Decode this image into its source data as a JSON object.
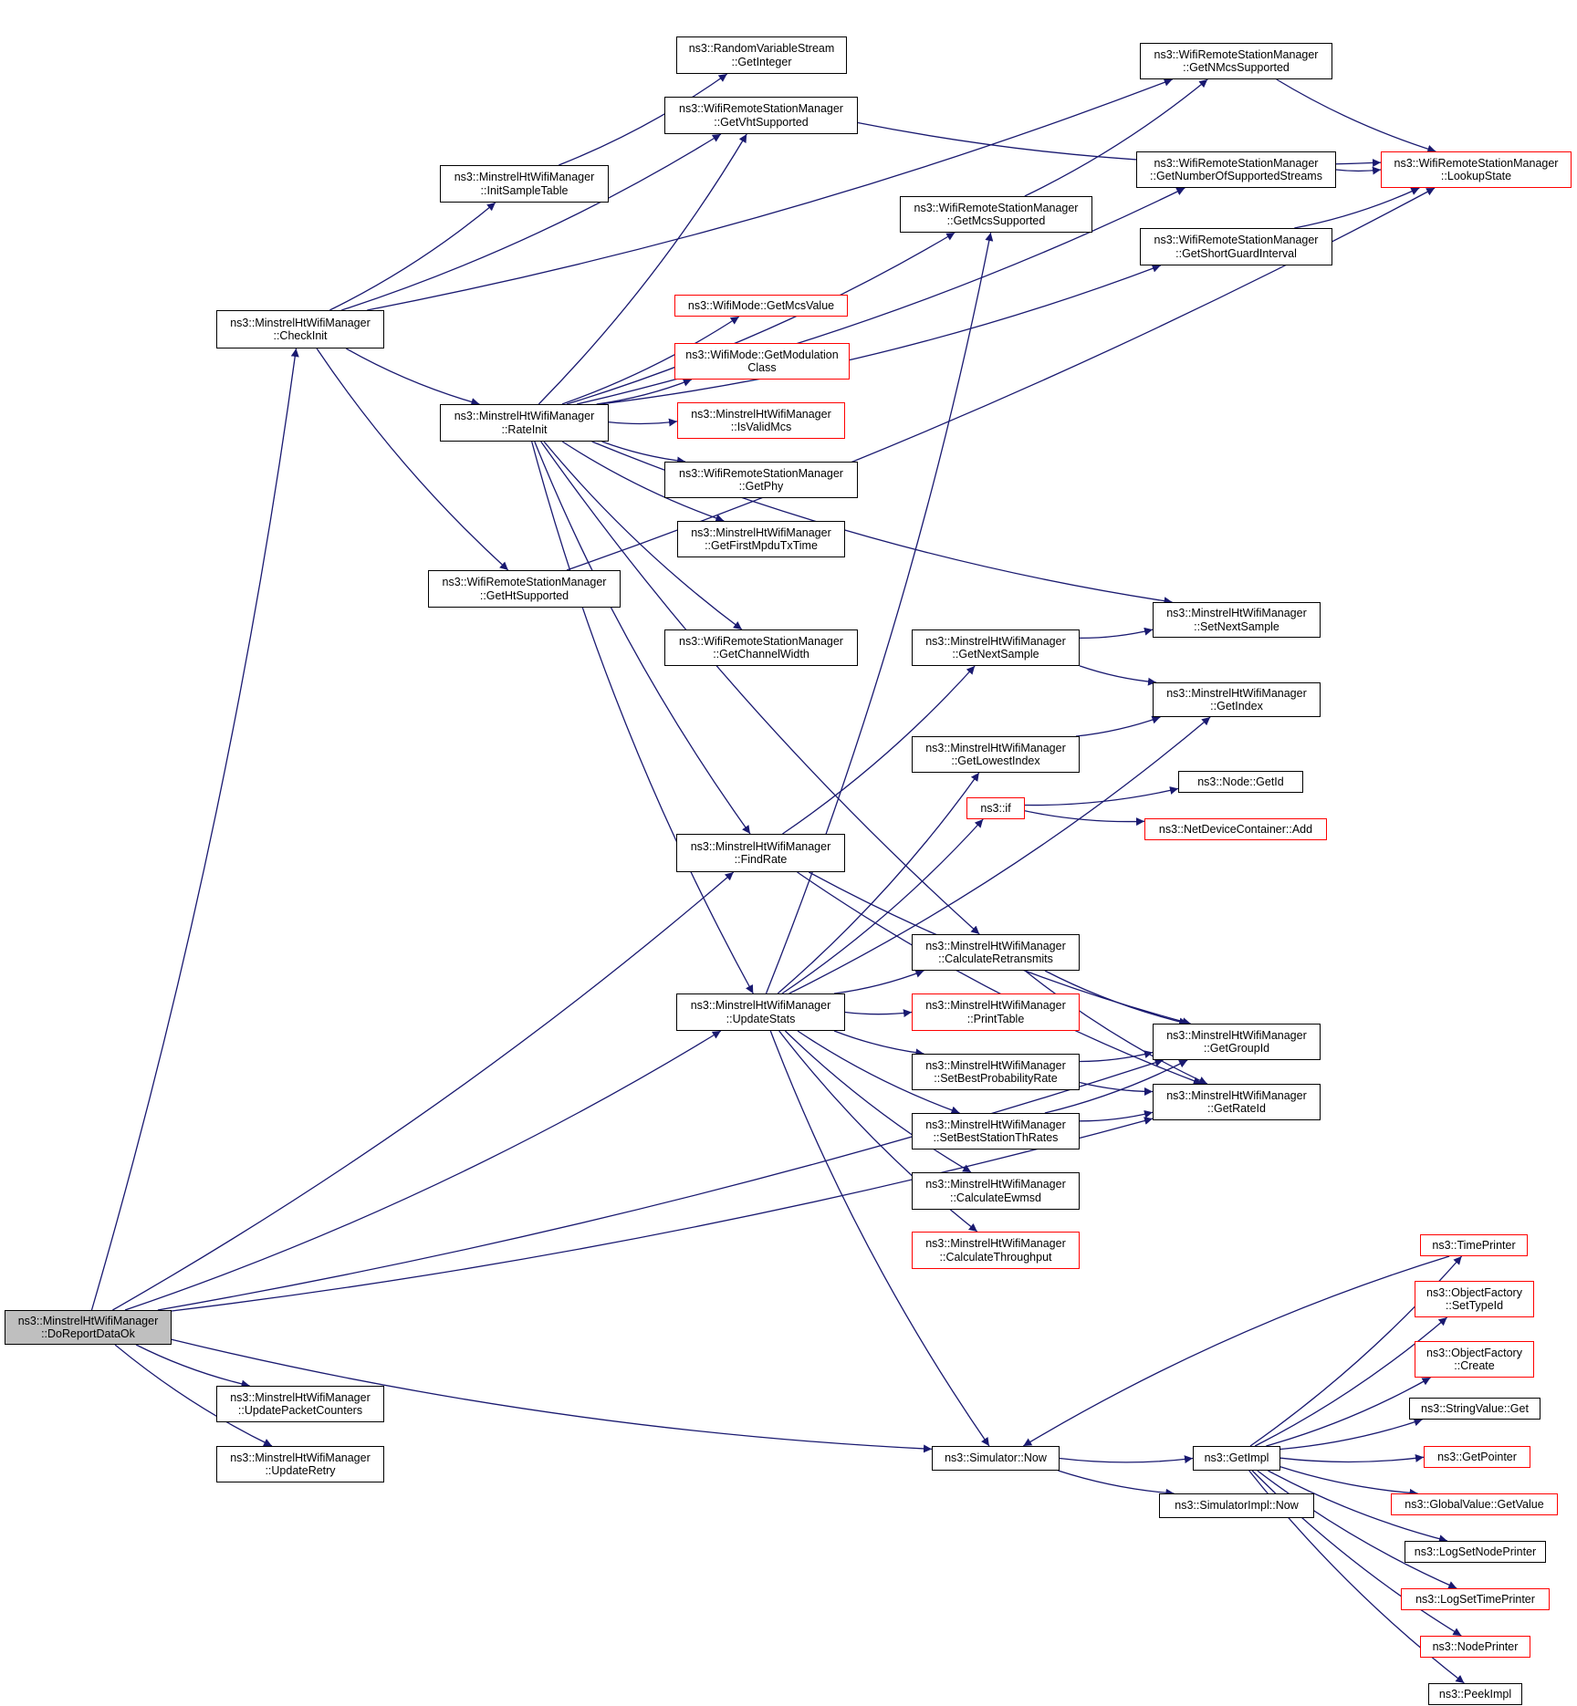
{
  "colors": {
    "edge": "#191970",
    "border": "#000000",
    "incomplete_border": "#ff0000",
    "root_fill": "#bfbfbf"
  },
  "nodes": {
    "doreportdataok": {
      "lines": [
        "ns3::MinstrelHtWifiManager",
        "::DoReportDataOk"
      ],
      "style": "root"
    },
    "checkinit": {
      "lines": [
        "ns3::MinstrelHtWifiManager",
        "::CheckInit"
      ],
      "style": "normal"
    },
    "findrate": {
      "lines": [
        "ns3::MinstrelHtWifiManager",
        "::FindRate"
      ],
      "style": "normal"
    },
    "updatestats": {
      "lines": [
        "ns3::MinstrelHtWifiManager",
        "::UpdateStats"
      ],
      "style": "normal"
    },
    "updatepacketcounters": {
      "lines": [
        "ns3::MinstrelHtWifiManager",
        "::UpdatePacketCounters"
      ],
      "style": "normal"
    },
    "updateretry": {
      "lines": [
        "ns3::MinstrelHtWifiManager",
        "::UpdateRetry"
      ],
      "style": "normal"
    },
    "simnow": {
      "lines": [
        "ns3::Simulator::Now"
      ],
      "style": "normal"
    },
    "getint": {
      "lines": [
        "ns3::RandomVariableStream",
        "::GetInteger"
      ],
      "style": "normal"
    },
    "getvht": {
      "lines": [
        "ns3::WifiRemoteStationManager",
        "::GetVhtSupported"
      ],
      "style": "normal"
    },
    "initsample": {
      "lines": [
        "ns3::MinstrelHtWifiManager",
        "::InitSampleTable"
      ],
      "style": "normal"
    },
    "rateinit": {
      "lines": [
        "ns3::MinstrelHtWifiManager",
        "::RateInit"
      ],
      "style": "normal"
    },
    "getht": {
      "lines": [
        "ns3::WifiRemoteStationManager",
        "::GetHtSupported"
      ],
      "style": "normal"
    },
    "getnmcs": {
      "lines": [
        "ns3::WifiRemoteStationManager",
        "::GetNMcsSupported"
      ],
      "style": "normal"
    },
    "lookup": {
      "lines": [
        "ns3::WifiRemoteStationManager",
        "::LookupState"
      ],
      "style": "red"
    },
    "getnumstreams": {
      "lines": [
        "ns3::WifiRemoteStationManager",
        "::GetNumberOfSupportedStreams"
      ],
      "style": "normal"
    },
    "getmcssup": {
      "lines": [
        "ns3::WifiRemoteStationManager",
        "::GetMcsSupported"
      ],
      "style": "normal"
    },
    "getsgi": {
      "lines": [
        "ns3::WifiRemoteStationManager",
        "::GetShortGuardInterval"
      ],
      "style": "normal"
    },
    "getmcsvalue": {
      "lines": [
        "ns3::WifiMode::GetMcsValue"
      ],
      "style": "red"
    },
    "getmodclass": {
      "lines": [
        "ns3::WifiMode::GetModulation",
        "Class"
      ],
      "style": "red"
    },
    "isvalidmcs": {
      "lines": [
        "ns3::MinstrelHtWifiManager",
        "::IsValidMcs"
      ],
      "style": "red"
    },
    "getphy": {
      "lines": [
        "ns3::WifiRemoteStationManager",
        "::GetPhy"
      ],
      "style": "normal"
    },
    "getfirstmpdu": {
      "lines": [
        "ns3::MinstrelHtWifiManager",
        "::GetFirstMpduTxTime"
      ],
      "style": "normal"
    },
    "getchanwidth": {
      "lines": [
        "ns3::WifiRemoteStationManager",
        "::GetChannelWidth"
      ],
      "style": "normal"
    },
    "setnextsample": {
      "lines": [
        "ns3::MinstrelHtWifiManager",
        "::SetNextSample"
      ],
      "style": "normal"
    },
    "getnextsample": {
      "lines": [
        "ns3::MinstrelHtWifiManager",
        "::GetNextSample"
      ],
      "style": "normal"
    },
    "getindex": {
      "lines": [
        "ns3::MinstrelHtWifiManager",
        "::GetIndex"
      ],
      "style": "normal"
    },
    "getlowestindex": {
      "lines": [
        "ns3::MinstrelHtWifiManager",
        "::GetLowestIndex"
      ],
      "style": "normal"
    },
    "nsif": {
      "lines": [
        "ns3::if"
      ],
      "style": "red"
    },
    "nodegetid": {
      "lines": [
        "ns3::Node::GetId"
      ],
      "style": "normal"
    },
    "ndcadd": {
      "lines": [
        "ns3::NetDeviceContainer::Add"
      ],
      "style": "red"
    },
    "calcretrans": {
      "lines": [
        "ns3::MinstrelHtWifiManager",
        "::CalculateRetransmits"
      ],
      "style": "normal"
    },
    "printtable": {
      "lines": [
        "ns3::MinstrelHtWifiManager",
        "::PrintTable"
      ],
      "style": "red"
    },
    "setbestprob": {
      "lines": [
        "ns3::MinstrelHtWifiManager",
        "::SetBestProbabilityRate"
      ],
      "style": "normal"
    },
    "setbeststation": {
      "lines": [
        "ns3::MinstrelHtWifiManager",
        "::SetBestStationThRates"
      ],
      "style": "normal"
    },
    "calcewmsd": {
      "lines": [
        "ns3::MinstrelHtWifiManager",
        "::CalculateEwmsd"
      ],
      "style": "normal"
    },
    "calcthroughput": {
      "lines": [
        "ns3::MinstrelHtWifiManager",
        "::CalculateThroughput"
      ],
      "style": "red"
    },
    "getgroupid": {
      "lines": [
        "ns3::MinstrelHtWifiManager",
        "::GetGroupId"
      ],
      "style": "normal"
    },
    "getrateid": {
      "lines": [
        "ns3::MinstrelHtWifiManager",
        "::GetRateId"
      ],
      "style": "normal"
    },
    "timeprinter": {
      "lines": [
        "ns3::TimePrinter"
      ],
      "style": "red"
    },
    "settypeid": {
      "lines": [
        "ns3::ObjectFactory",
        "::SetTypeId"
      ],
      "style": "red"
    },
    "ofcreate": {
      "lines": [
        "ns3::ObjectFactory",
        "::Create"
      ],
      "style": "red"
    },
    "stringget": {
      "lines": [
        "ns3::StringValue::Get"
      ],
      "style": "normal"
    },
    "getimpl": {
      "lines": [
        "ns3::GetImpl"
      ],
      "style": "normal"
    },
    "getpointer": {
      "lines": [
        "ns3::GetPointer"
      ],
      "style": "red"
    },
    "simimplnow": {
      "lines": [
        "ns3::SimulatorImpl::Now"
      ],
      "style": "normal"
    },
    "gvgetvalue": {
      "lines": [
        "ns3::GlobalValue::GetValue"
      ],
      "style": "red"
    },
    "logsetnode": {
      "lines": [
        "ns3::LogSetNodePrinter"
      ],
      "style": "normal"
    },
    "logsettime": {
      "lines": [
        "ns3::LogSetTimePrinter"
      ],
      "style": "red"
    },
    "nodeprinter": {
      "lines": [
        "ns3::NodePrinter"
      ],
      "style": "red"
    },
    "peekimpl": {
      "lines": [
        "ns3::PeekImpl"
      ],
      "style": "normal"
    }
  },
  "edges": [
    [
      "doreportdataok",
      "checkinit"
    ],
    [
      "doreportdataok",
      "findrate"
    ],
    [
      "doreportdataok",
      "updatestats"
    ],
    [
      "doreportdataok",
      "getgroupid"
    ],
    [
      "doreportdataok",
      "getrateid"
    ],
    [
      "doreportdataok",
      "updatepacketcounters"
    ],
    [
      "doreportdataok",
      "updateretry"
    ],
    [
      "doreportdataok",
      "simnow"
    ],
    [
      "checkinit",
      "getnmcs"
    ],
    [
      "checkinit",
      "initsample"
    ],
    [
      "checkinit",
      "getvht"
    ],
    [
      "checkinit",
      "rateinit"
    ],
    [
      "checkinit",
      "getht"
    ],
    [
      "initsample",
      "getint"
    ],
    [
      "getvht",
      "lookup"
    ],
    [
      "getnmcs",
      "lookup"
    ],
    [
      "getnumstreams",
      "lookup"
    ],
    [
      "getsgi",
      "lookup"
    ],
    [
      "getmcssup",
      "getnmcs"
    ],
    [
      "getht",
      "lookup"
    ],
    [
      "rateinit",
      "getvht"
    ],
    [
      "rateinit",
      "getnumstreams"
    ],
    [
      "rateinit",
      "getmcssup"
    ],
    [
      "rateinit",
      "getsgi"
    ],
    [
      "rateinit",
      "getmcsvalue"
    ],
    [
      "rateinit",
      "getmodclass"
    ],
    [
      "rateinit",
      "isvalidmcs"
    ],
    [
      "rateinit",
      "getphy"
    ],
    [
      "rateinit",
      "getfirstmpdu"
    ],
    [
      "rateinit",
      "setnextsample"
    ],
    [
      "rateinit",
      "getchanwidth"
    ],
    [
      "rateinit",
      "findrate"
    ],
    [
      "rateinit",
      "calcretrans"
    ],
    [
      "rateinit",
      "updatestats"
    ],
    [
      "findrate",
      "getnextsample"
    ],
    [
      "findrate",
      "getgroupid"
    ],
    [
      "findrate",
      "getrateid"
    ],
    [
      "getnextsample",
      "setnextsample"
    ],
    [
      "getnextsample",
      "getindex"
    ],
    [
      "getlowestindex",
      "getindex"
    ],
    [
      "nsif",
      "nodegetid"
    ],
    [
      "nsif",
      "ndcadd"
    ],
    [
      "updatestats",
      "getmcssup"
    ],
    [
      "updatestats",
      "getindex"
    ],
    [
      "updatestats",
      "getlowestindex"
    ],
    [
      "updatestats",
      "nsif"
    ],
    [
      "updatestats",
      "calcretrans"
    ],
    [
      "updatestats",
      "printtable"
    ],
    [
      "updatestats",
      "setbestprob"
    ],
    [
      "updatestats",
      "setbeststation"
    ],
    [
      "updatestats",
      "calcewmsd"
    ],
    [
      "updatestats",
      "calcthroughput"
    ],
    [
      "updatestats",
      "simnow"
    ],
    [
      "calcretrans",
      "getgroupid"
    ],
    [
      "calcretrans",
      "getrateid"
    ],
    [
      "setbestprob",
      "getgroupid"
    ],
    [
      "setbestprob",
      "getrateid"
    ],
    [
      "setbeststation",
      "getgroupid"
    ],
    [
      "setbeststation",
      "getrateid"
    ],
    [
      "simnow",
      "getimpl"
    ],
    [
      "simnow",
      "simimplnow"
    ],
    [
      "timeprinter",
      "simnow"
    ],
    [
      "getimpl",
      "timeprinter"
    ],
    [
      "getimpl",
      "settypeid"
    ],
    [
      "getimpl",
      "ofcreate"
    ],
    [
      "getimpl",
      "stringget"
    ],
    [
      "getimpl",
      "getpointer"
    ],
    [
      "getimpl",
      "gvgetvalue"
    ],
    [
      "getimpl",
      "logsetnode"
    ],
    [
      "getimpl",
      "logsettime"
    ],
    [
      "getimpl",
      "nodeprinter"
    ],
    [
      "getimpl",
      "peekimpl"
    ]
  ]
}
